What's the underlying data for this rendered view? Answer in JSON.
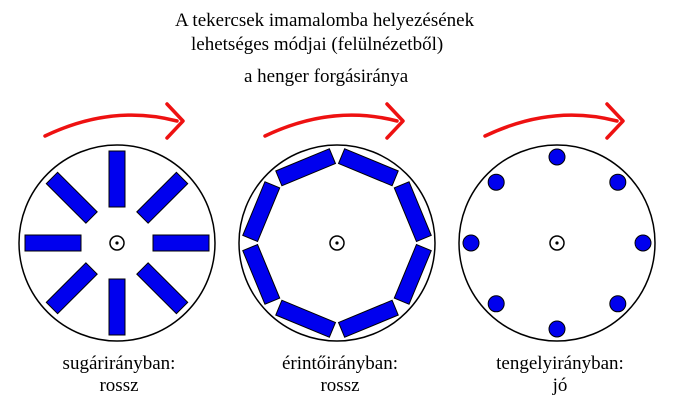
{
  "title": {
    "line1": "A tekercsek imamalomba helyezésének",
    "line2": "lehetséges módjai (felülnézetből)"
  },
  "rotation_label": "a henger forgásiránya",
  "panels": [
    {
      "line1": "sugárirányban:",
      "line2": "rossz"
    },
    {
      "line1": "érintőirányban:",
      "line2": "rossz"
    },
    {
      "line1": "tengelyirányban:",
      "line2": "jó"
    }
  ],
  "colors": {
    "coil": "#0000ee",
    "arrow": "#ee1111",
    "outline": "#000000"
  }
}
